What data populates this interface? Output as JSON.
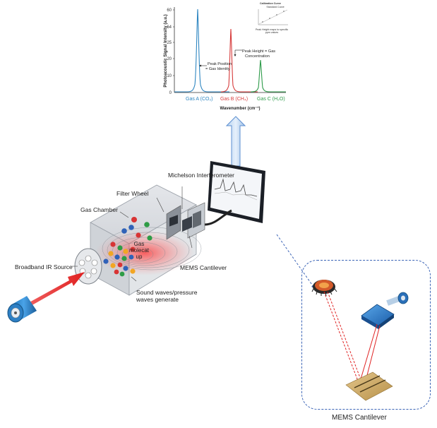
{
  "spectrum_chart": {
    "ylabel": "Photoacoustic Signal Intensity (a.u.)",
    "xlabel": "Wavenumber (cm⁻¹)",
    "y_ticks": [
      "60",
      "64",
      "25",
      "20",
      "10",
      "0"
    ],
    "gas_labels": [
      {
        "text": "Gas A (CO₂)",
        "color": "#2e86c1"
      },
      {
        "text": "Gas B (CH₄)",
        "color": "#d63a3a"
      },
      {
        "text": "Gas C (H₂O)",
        "color": "#2e9b4a"
      }
    ],
    "annotation_position_line1": "Peak Position",
    "annotation_position_line2": "= Gas Identity",
    "annotation_height_line1": "Peak Height = Gas",
    "annotation_height_line2": "Concentration",
    "inset_title": "Calibration Curve",
    "inset_subtitle": "Standard Curve",
    "inset_caption_line1": "Peak Height maps to specific",
    "inset_caption_line2": "ppm values"
  },
  "chart_data": {
    "type": "line",
    "title": "",
    "ylabel": "Photoacoustic Signal Intensity (a.u.)",
    "xlabel": "Wavenumber (cm⁻¹)",
    "ylim": [
      0,
      60
    ],
    "series": [
      {
        "name": "Gas A (CO₂)",
        "peak_center": 0.22,
        "peak_height": 60,
        "color": "#2e86c1"
      },
      {
        "name": "Gas B (CH₄)",
        "peak_center": 0.55,
        "peak_height": 46,
        "color": "#d63a3a"
      },
      {
        "name": "Gas C (H₂O)",
        "peak_center": 0.85,
        "peak_height": 23,
        "color": "#2e9b4a"
      }
    ]
  },
  "labels": {
    "michelson": "Michelson Interferometer",
    "filter_wheel": "Filter Wheel",
    "gas_chamber": "Gas Chamber",
    "gas_molecule": "Gas molecat up",
    "mems_cantilever": "MEMS Cantilever",
    "broadband_ir": "Broadband IR Source",
    "sound_waves": "Sound waves/pressure waves generate",
    "mems_caption": "MEMS Cantilever"
  },
  "colors": {
    "arrow_blue": "#9ec3ec",
    "ir_beam": "#e53935",
    "dashed_border": "#3b64b6",
    "gold": "#c9a55b"
  }
}
